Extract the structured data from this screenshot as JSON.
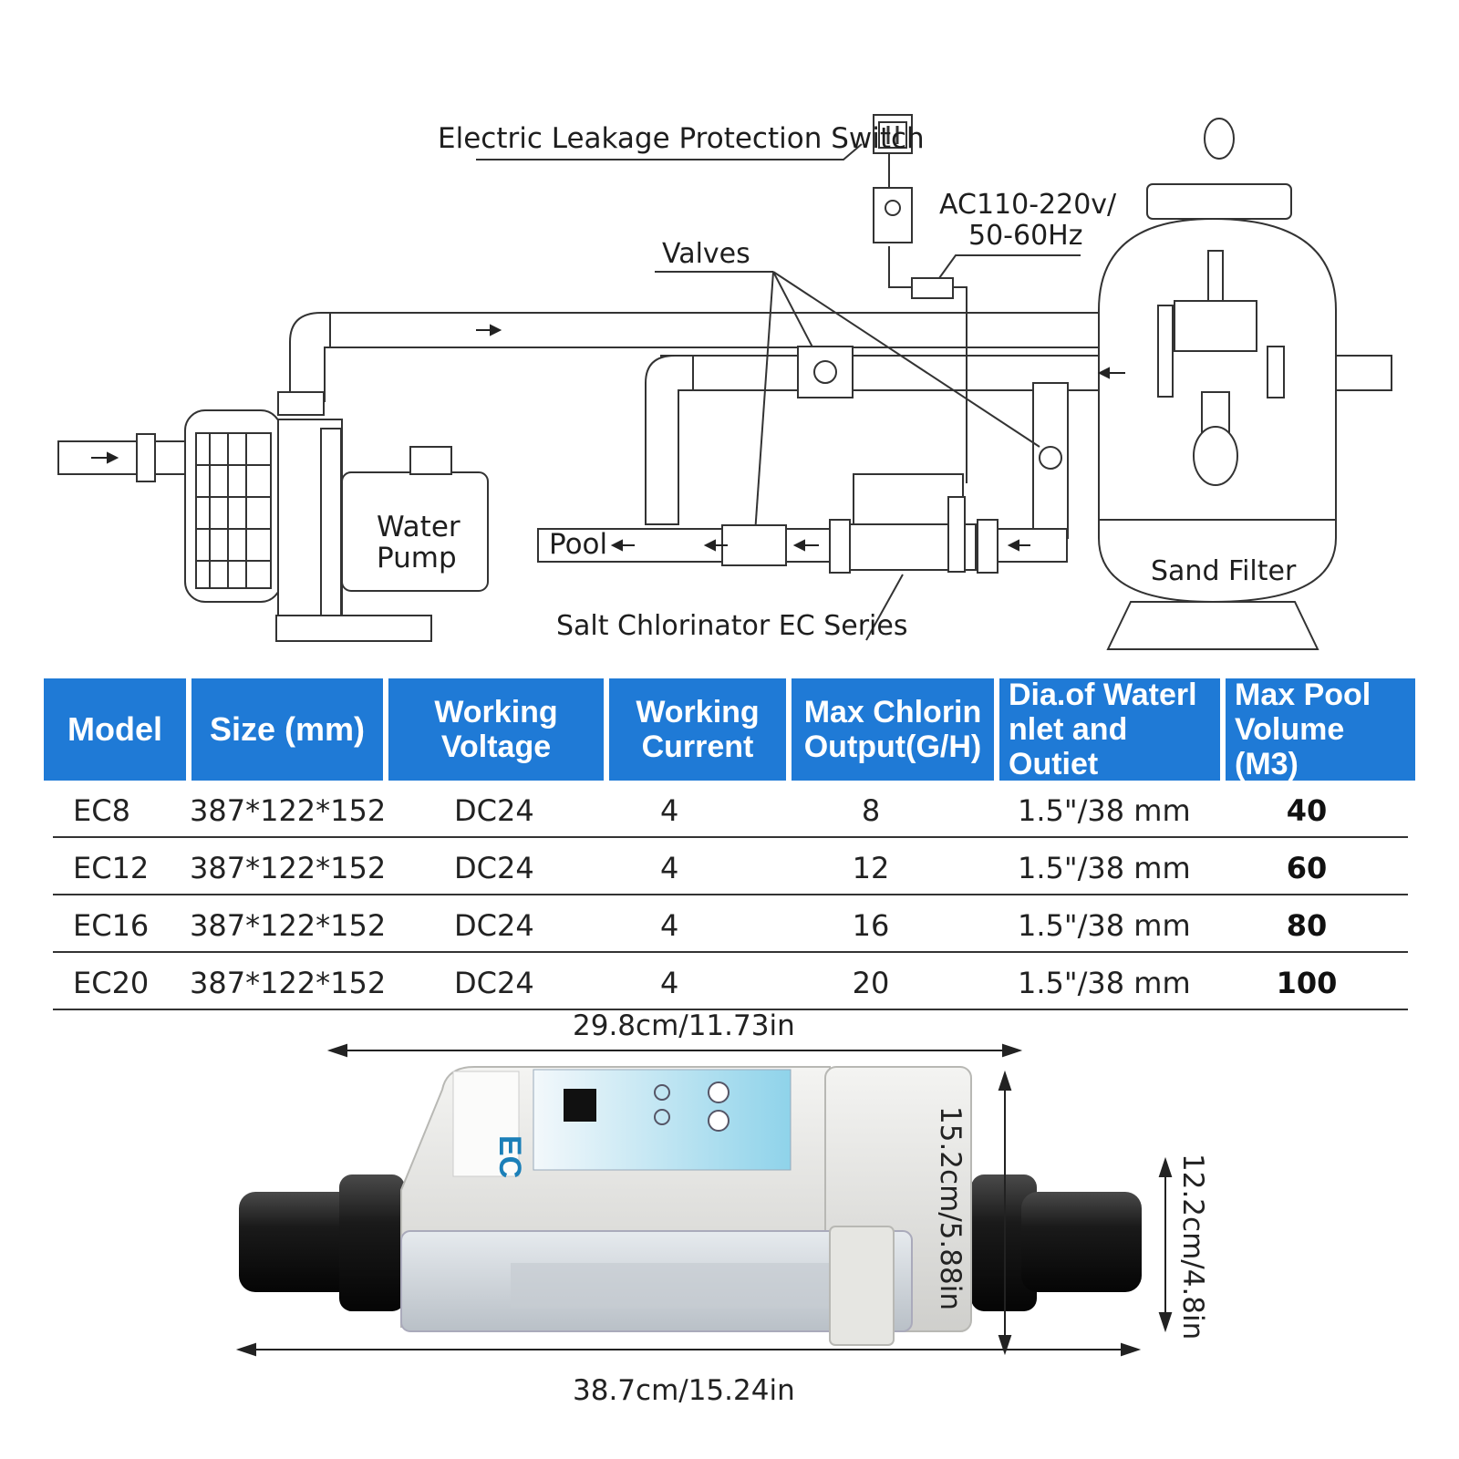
{
  "diagram": {
    "labels": {
      "leakage_switch": "Electric Leakage Protection Switch",
      "power_line1": "AC110-220v/",
      "power_line2": "50-60Hz",
      "valves": "Valves",
      "pump_line1": "Water",
      "pump_line2": "Pump",
      "pool": "Pool",
      "chlorinator": "Salt Chlorinator EC Series",
      "sand_filter": "Sand Filter"
    },
    "icons": [
      "switch-icon",
      "socket-icon",
      "flow-arrow-icon",
      "valve-icon"
    ]
  },
  "table": {
    "headers": [
      "Model",
      "Size (mm)",
      "Working\nVoltage",
      "Working\nCurrent",
      "Max Chlorin\nOutput(G/H)",
      "Dia.of Waterl\nnlet and Outiet",
      "Max Pool\nVolume (M3)"
    ],
    "rows": [
      {
        "model": "EC8",
        "size": "387*122*152",
        "voltage": "DC24",
        "current": "4",
        "output": "8",
        "diameter": "1.5\"/38 mm",
        "volume": "40"
      },
      {
        "model": "EC12",
        "size": "387*122*152",
        "voltage": "DC24",
        "current": "4",
        "output": "12",
        "diameter": "1.5\"/38 mm",
        "volume": "60"
      },
      {
        "model": "EC16",
        "size": "387*122*152",
        "voltage": "DC24",
        "current": "4",
        "output": "16",
        "diameter": "1.5\"/38 mm",
        "volume": "80"
      },
      {
        "model": "EC20",
        "size": "387*122*152",
        "voltage": "DC24",
        "current": "4",
        "output": "20",
        "diameter": "1.5\"/38 mm",
        "volume": "100"
      }
    ],
    "header_color": "#1f7ad6"
  },
  "product": {
    "dimensions": {
      "top_width": "29.8cm/11.73in",
      "height": "15.2cm/5.88in",
      "pipe_height": "12.2cm/4.8in",
      "total_length": "38.7cm/15.24in"
    },
    "panel_brand": "EC"
  }
}
